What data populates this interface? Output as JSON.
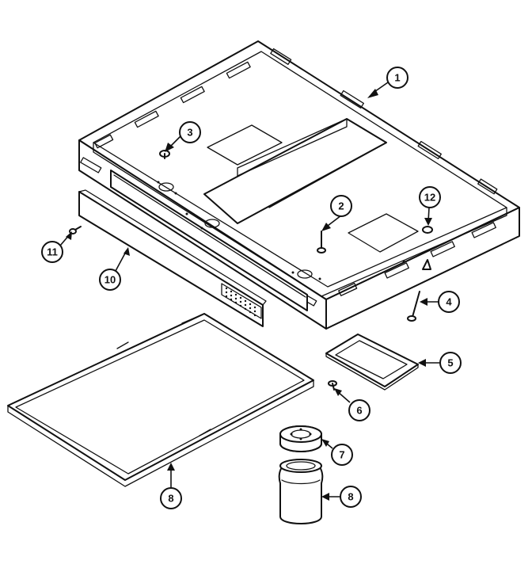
{
  "callouts": {
    "c1": "1",
    "c2": "2",
    "c3": "3",
    "c4": "4",
    "c5": "5",
    "c6": "6",
    "c7": "7",
    "c8a": "8",
    "c8b": "8",
    "c10": "10",
    "c11": "11",
    "c12": "12"
  }
}
